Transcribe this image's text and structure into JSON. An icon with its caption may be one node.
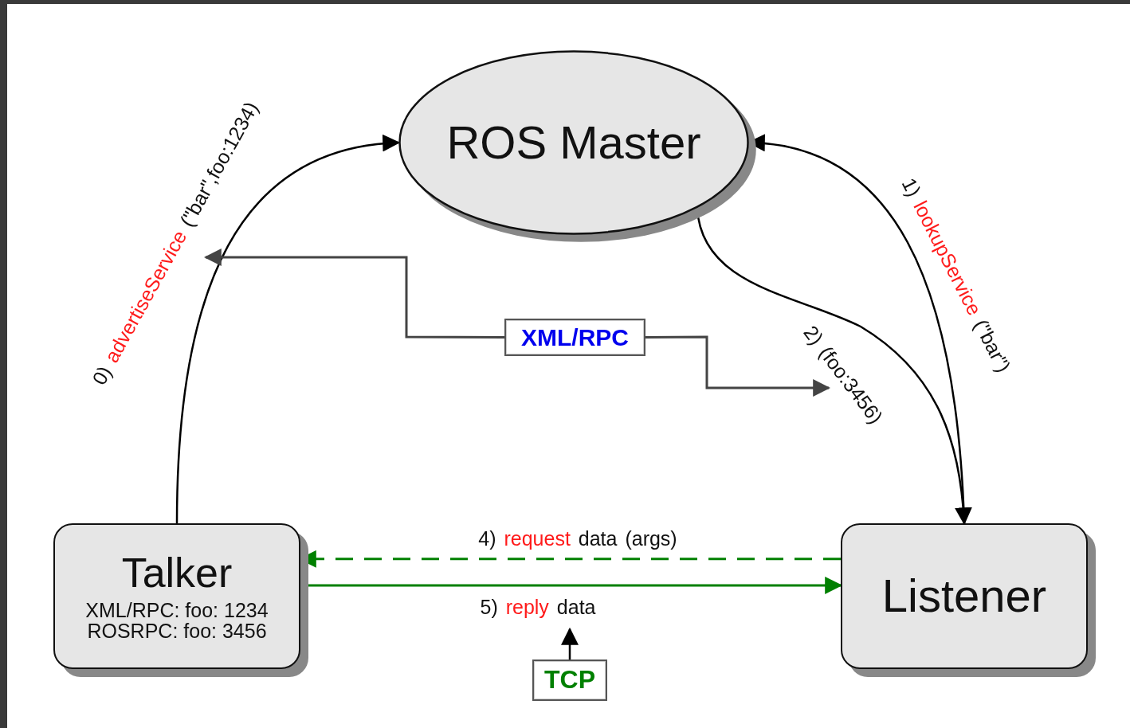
{
  "diagram": {
    "nodes": [
      {
        "text": [
          "ROS Master"
        ]
      },
      {
        "text": [
          "Talker",
          "XML/RPC: foo: 1234",
          "ROSRPC: foo: 3456"
        ]
      },
      {
        "text": [
          "Listener"
        ]
      },
      {
        "text": [
          "XML/RPC"
        ]
      },
      {
        "text": [
          "TCP"
        ]
      }
    ],
    "edges": [
      {
        "from": 1,
        "to": 0,
        "arrow": "to",
        "label": "0) advertiseService (\"bar\",foo:1234)"
      },
      {
        "from": 2,
        "to": 0,
        "arrow": "to",
        "label": "1) lookupService (\"bar\")"
      },
      {
        "from": 0,
        "to": 2,
        "arrow": "to",
        "label": "2) (foo:3456)"
      },
      {
        "from": 3,
        "to": null,
        "arrow": "to",
        "color": "#444444"
      },
      {
        "from": 3,
        "to": null,
        "arrow": "to",
        "color": "#444444"
      },
      {
        "from": 2,
        "to": 1,
        "arrow": "to",
        "label": "4) request data (args)",
        "style": "dashed",
        "color": "#008000"
      },
      {
        "from": 1,
        "to": 2,
        "arrow": "to",
        "label": "5) reply data",
        "color": "#008000"
      },
      {
        "from": 4,
        "to": null,
        "arrow": "to"
      }
    ]
  }
}
